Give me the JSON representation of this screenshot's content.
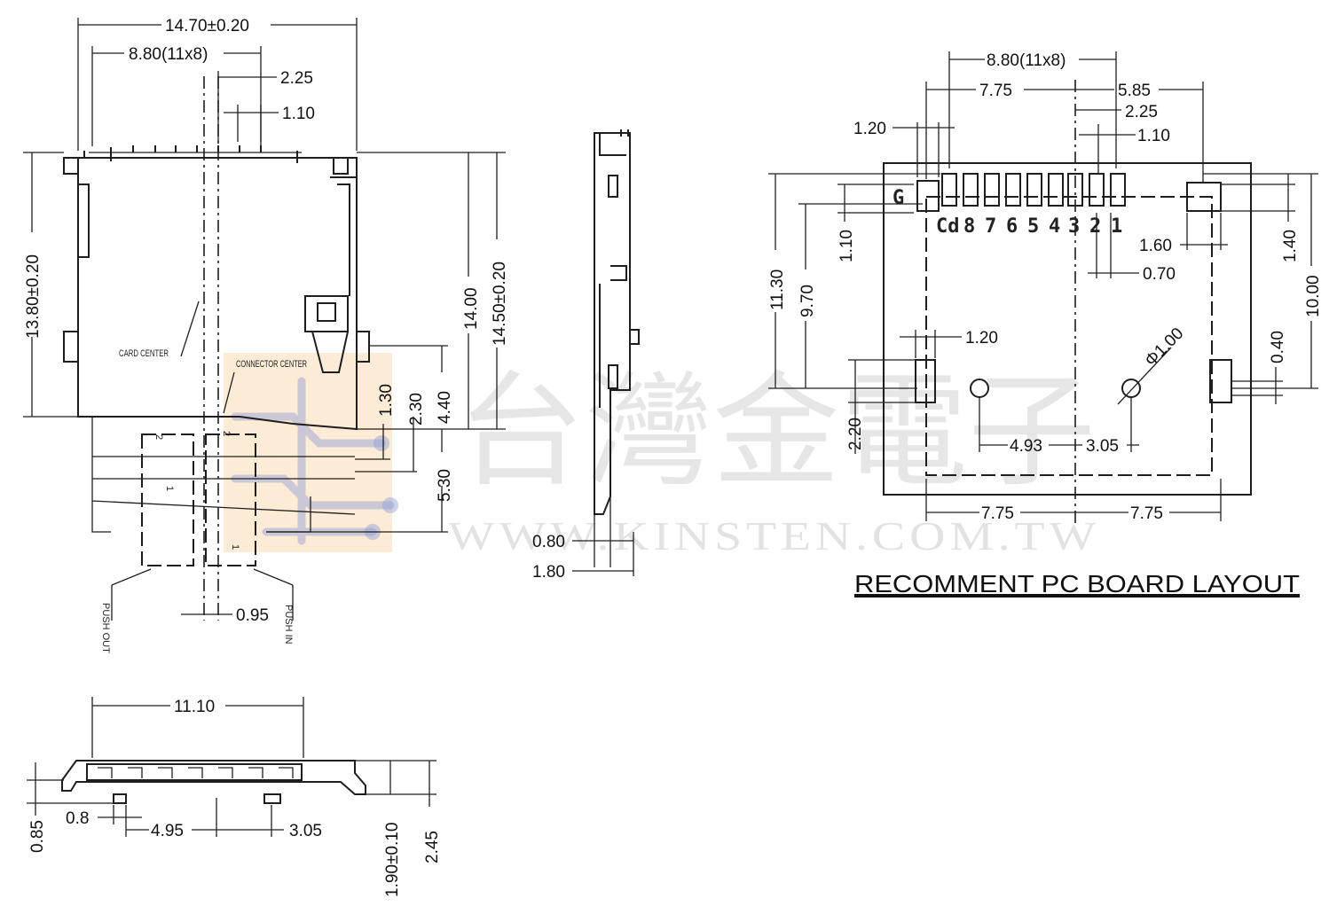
{
  "watermark": {
    "chinese_text": "台灣金電子",
    "url_text": "WWW.KINSTEN.COM.TW",
    "logo_colors": {
      "orange": "#f6c98a",
      "blue": "#8f9ed8"
    }
  },
  "top_view": {
    "labels": {
      "card_center": "CARD CENTER",
      "connector_center": "CONNECTOR CENTER",
      "push_out": "PUSH OUT",
      "push_in": "PUSH IN",
      "position_2_left": "2",
      "position_2_right": "2",
      "position_1_left": "1",
      "position_1_right": "1"
    },
    "dims": {
      "overall_width": "14.70±0.20",
      "pin_span": "8.80(11x8)",
      "pitch_2_25": "2.25",
      "pin_width": "1.10",
      "body_depth": "13.80±0.20",
      "depth_14": "14.00",
      "depth_14_5": "14.50±0.20",
      "d_1_30": "1.30",
      "d_2_30": "2.30",
      "d_4_40": "4.40",
      "d_5_30": "5.30",
      "offset_0_95": "0.95"
    }
  },
  "side_view": {
    "dims": {
      "d_0_80": "0.80",
      "d_1_80": "1.80"
    }
  },
  "front_view": {
    "dims": {
      "width_11_10": "11.10",
      "d_0_85": "0.85",
      "d_0_8": "0.8",
      "d_4_95": "4.95",
      "d_3_05": "3.05",
      "height_1_90": "1.90±0.10",
      "height_2_45": "2.45"
    }
  },
  "pcb_layout": {
    "title": "RECOMMENT PC BOARD LAYOUT",
    "ground_label": "G",
    "pin_labels": [
      "Cd",
      "8",
      "7",
      "6",
      "5",
      "4",
      "3",
      "2",
      "1"
    ],
    "dims": {
      "pin_span": "8.80(11x8)",
      "d_7_75_top": "7.75",
      "d_5_85": "5.85",
      "d_2_25": "2.25",
      "d_1_10_top": "1.10",
      "d_1_20_top": "1.20",
      "d_11_30": "11.30",
      "d_9_70": "9.70",
      "d_1_10_left": "1.10",
      "d_1_60": "1.60",
      "d_0_70": "0.70",
      "d_1_40": "1.40",
      "d_10_00": "10.00",
      "d_1_20_mid": "1.20",
      "hole_dia": "Φ1.00",
      "d_0_40": "0.40",
      "d_2_20": "2.20",
      "d_4_93": "4.93",
      "d_3_05": "3.05",
      "d_7_75_bl": "7.75",
      "d_7_75_br": "7.75"
    }
  }
}
